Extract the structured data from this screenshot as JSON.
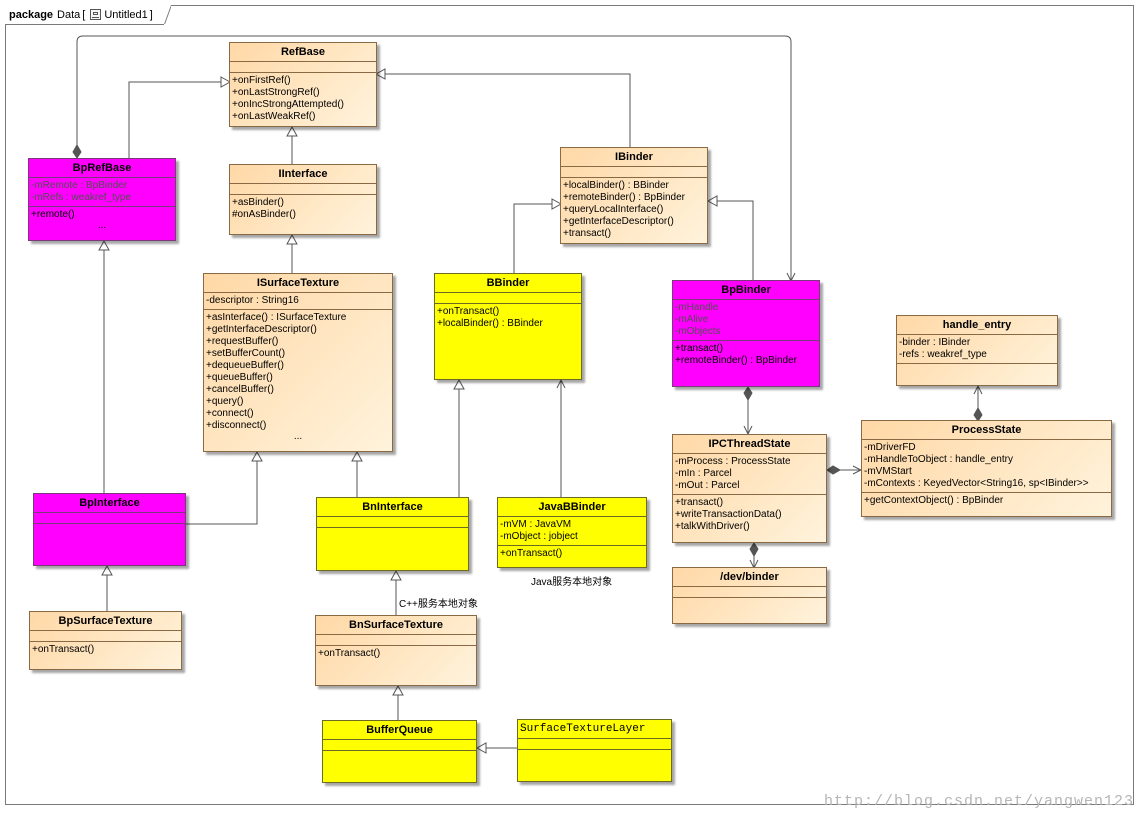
{
  "package_tab": {
    "keyword": "package",
    "name": "Data",
    "bracket_open": "[",
    "diagram": "Untitled1",
    "bracket_close": "]"
  },
  "classes": {
    "RefBase": {
      "name": "RefBase",
      "attributes": [],
      "operations": [
        "+onFirstRef()",
        "+onLastStrongRef()",
        "+onIncStrongAttempted()",
        "+onLastWeakRef()"
      ]
    },
    "IInterface": {
      "name": "IInterface",
      "attributes": [],
      "operations": [
        "+asBinder()",
        "#onAsBinder()"
      ]
    },
    "IBinder": {
      "name": "IBinder",
      "attributes": [],
      "operations": [
        "+localBinder() : BBinder",
        "+remoteBinder() : BpBinder",
        "+queryLocalInterface()",
        "+getInterfaceDescriptor()",
        "+transact()"
      ]
    },
    "BpRefBase": {
      "name": "BpRefBase",
      "attributes": [
        "-mRemote : BpBinder",
        "-mRefs : weakref_type"
      ],
      "operations": [
        "+remote()"
      ],
      "more": "..."
    },
    "ISurfaceTexture": {
      "name": "ISurfaceTexture",
      "attributes": [
        "-descriptor : String16"
      ],
      "operations": [
        "+asInterface() : ISurfaceTexture",
        "+getInterfaceDescriptor()",
        "+requestBuffer()",
        "+setBufferCount()",
        "+dequeueBuffer()",
        "+queueBuffer()",
        "+cancelBuffer()",
        "+query()",
        "+connect()",
        "+disconnect()"
      ],
      "more": "..."
    },
    "BBinder": {
      "name": "BBinder",
      "attributes": [],
      "operations": [
        "+onTransact()",
        "+localBinder() : BBinder"
      ]
    },
    "BpBinder": {
      "name": "BpBinder",
      "attributes": [
        "-mHandle",
        "-mAlive",
        "-mObjects"
      ],
      "operations": [
        "+transact()",
        "+remoteBinder() : BpBinder"
      ]
    },
    "handle_entry": {
      "name": "handle_entry",
      "attributes": [
        "-binder : IBinder",
        "-refs : weakref_type"
      ],
      "operations": []
    },
    "IPCThreadState": {
      "name": "IPCThreadState",
      "attributes": [
        "-mProcess : ProcessState",
        "-mIn : Parcel",
        "-mOut : Parcel"
      ],
      "operations": [
        "+transact()",
        "+writeTransactionData()",
        "+talkWithDriver()"
      ]
    },
    "ProcessState": {
      "name": "ProcessState",
      "attributes": [
        "-mDriverFD",
        "-mHandleToObject : handle_entry",
        "-mVMStart",
        "-mContexts : KeyedVector<String16, sp<IBinder>>"
      ],
      "operations": [
        "+getContextObject() : BpBinder"
      ]
    },
    "BpInterface": {
      "name": "BpInterface",
      "attributes": [],
      "operations": []
    },
    "BnInterface": {
      "name": "BnInterface",
      "attributes": [],
      "operations": []
    },
    "JavaBBinder": {
      "name": "JavaBBinder",
      "attributes": [
        "-mVM : JavaVM",
        "-mObject : jobject"
      ],
      "operations": [
        "+onTransact()"
      ]
    },
    "dev_binder": {
      "name": "/dev/binder",
      "attributes": [],
      "operations": []
    },
    "BpSurfaceTexture": {
      "name": "BpSurfaceTexture",
      "attributes": [],
      "operations": [
        "+onTransact()"
      ]
    },
    "BnSurfaceTexture": {
      "name": "BnSurfaceTexture",
      "attributes": [],
      "operations": [
        "+onTransact()"
      ]
    },
    "BufferQueue": {
      "name": "BufferQueue",
      "attributes": [],
      "operations": []
    },
    "SurfaceTextureLayer": {
      "name": "SurfaceTextureLayer",
      "attributes": [],
      "operations": []
    }
  },
  "annotations": {
    "java_note": "Java服务本地对象",
    "cpp_note": "C++服务本地对象"
  },
  "watermark": "http://blog.csdn.net/yangwen123",
  "colors": {
    "orange_top": "#ffd8a6",
    "orange_bottom": "#fff3dc",
    "magenta": "#ff00ff",
    "yellow": "#ffff00",
    "edge": "#555555"
  }
}
